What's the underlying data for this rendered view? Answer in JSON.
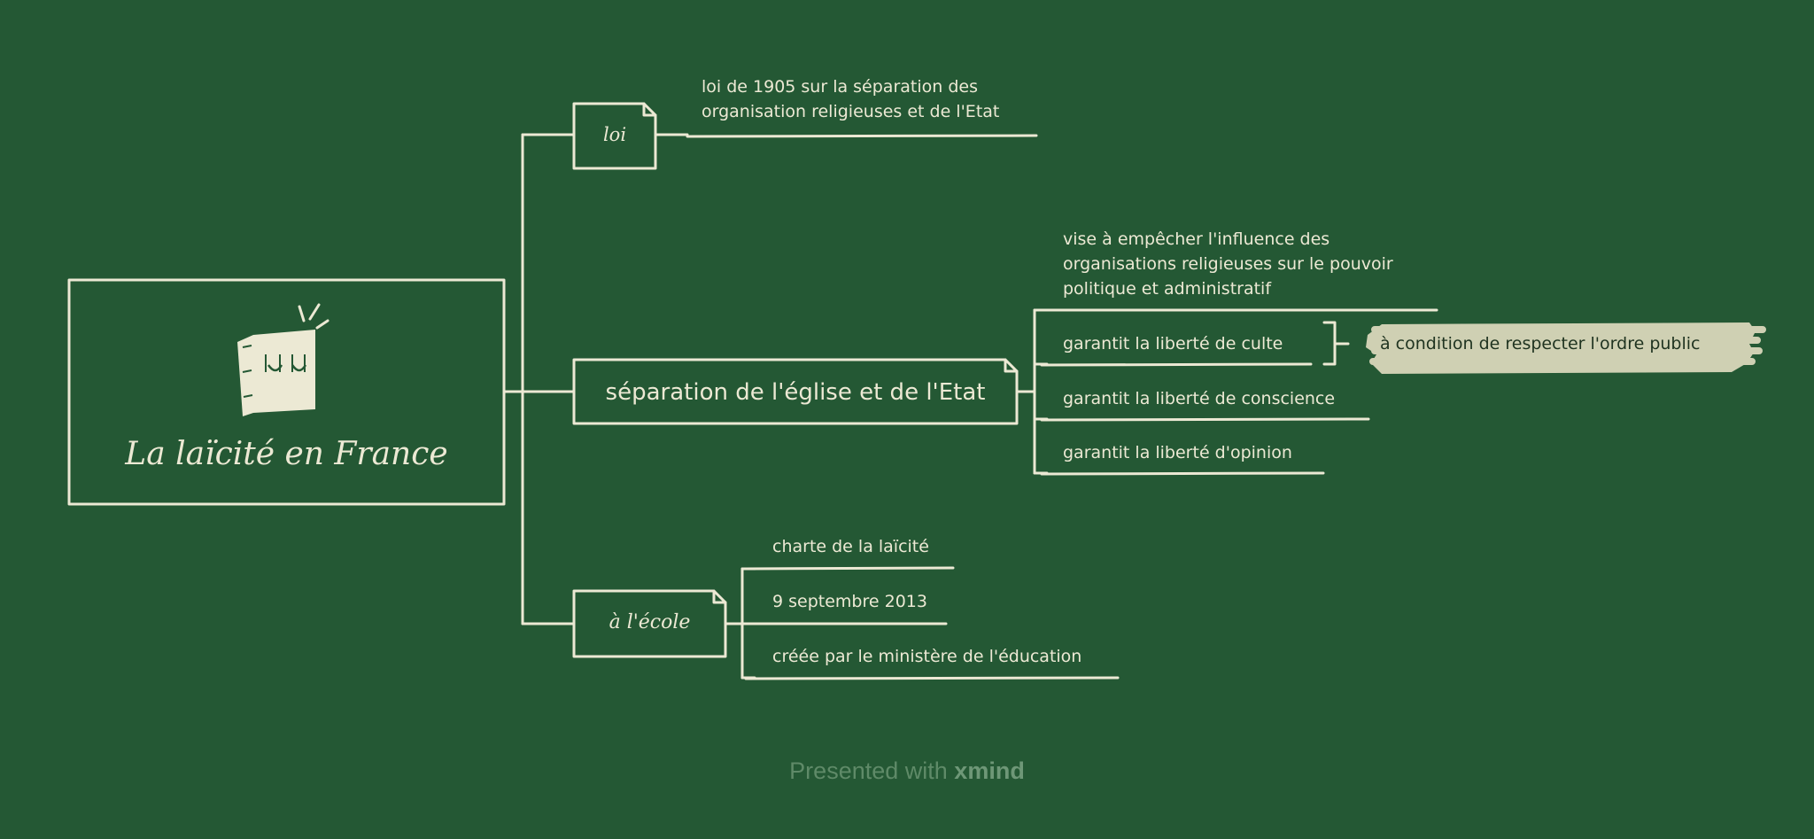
{
  "root": {
    "title": "La laïcité en France",
    "icon": "book-icon"
  },
  "branches": [
    {
      "label": "loi",
      "children": [
        "loi de 1905 sur la séparation des organisation religieuses et de l'Etat"
      ]
    },
    {
      "label": "séparation de l'église et de l'Etat",
      "children": [
        "vise à empêcher l'influence des organisations religieuses sur le pouvoir politique et administratif",
        "garantit la liberté de culte",
        "garantit la liberté de conscience",
        "garantit la liberté d'opinion"
      ],
      "boundary_note": "à condition de respecter l'ordre public"
    },
    {
      "label": "à l'école",
      "children": [
        "charte de la laïcité",
        "9 septembre 2013",
        "créée par le ministère de l'éducation"
      ]
    }
  ],
  "footer": {
    "prefix": "Presented with",
    "brand": "xmind"
  },
  "colors": {
    "background": "#245834",
    "chalk": "#ece9d4",
    "highlight": "#cfd0b3",
    "footer": "#5f8a68"
  }
}
